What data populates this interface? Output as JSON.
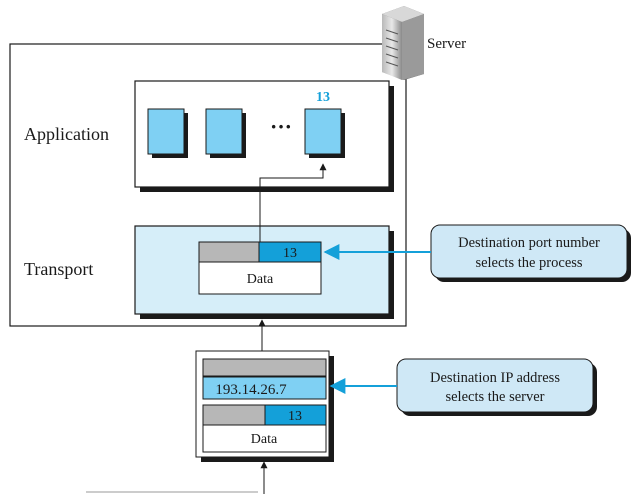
{
  "server": {
    "label": "Server"
  },
  "layers": {
    "application": {
      "label": "Application"
    },
    "transport": {
      "label": "Transport"
    }
  },
  "processes": {
    "ellipsis": "···",
    "target_label": "13"
  },
  "transport_packet": {
    "port": "13",
    "data": "Data"
  },
  "network_packet": {
    "ip": "193.14.26.7",
    "port": "13",
    "data": "Data"
  },
  "callouts": {
    "port": [
      "Destination port number",
      "selects the process"
    ],
    "ip": [
      "Destination IP address",
      "selects the server"
    ]
  },
  "colors": {
    "process_fill": "#7fd0f3",
    "accent_blue": "#14a0d9",
    "transport_fill": "#d6eef9",
    "header_gray": "#b7b7b7",
    "callout_fill": "#cfe8f6",
    "shadow": "#1a1a1a"
  },
  "icons": {
    "server": "server-tower-icon"
  }
}
